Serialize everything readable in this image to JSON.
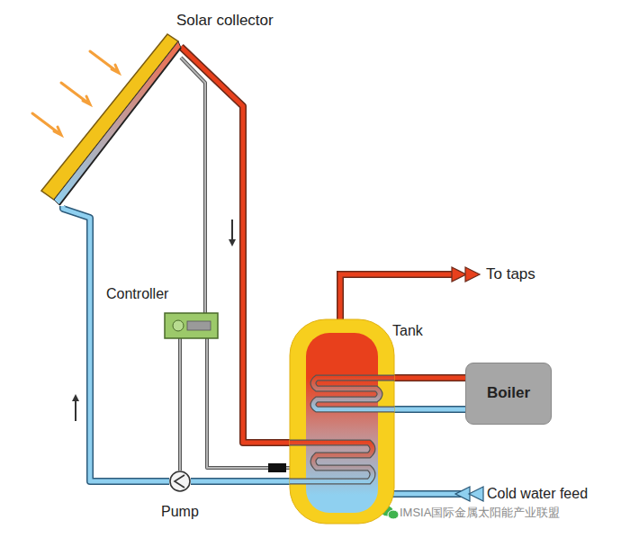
{
  "diagram": {
    "nodes": [
      {
        "text": [
          "Solar collector"
        ]
      },
      {
        "text": [
          "Controller"
        ]
      },
      {
        "text": [
          "Tank"
        ]
      },
      {
        "text": [
          "Boiler"
        ]
      },
      {
        "text": [
          "Pump"
        ]
      }
    ],
    "edges": [
      {
        "from": 0,
        "to": 2,
        "arrow": "none"
      },
      {
        "from": 4,
        "to": 0,
        "arrow": "none"
      },
      {
        "from": 2,
        "to": 4,
        "arrow": "none"
      },
      {
        "from": 3,
        "to": 2,
        "arrow": "none"
      },
      {
        "from": 3,
        "to": 2,
        "arrow": "none"
      },
      {
        "from": 1,
        "to": 0,
        "arrow": "none"
      },
      {
        "from": 1,
        "to": 4,
        "arrow": "none"
      },
      {
        "from": 1,
        "to": 2,
        "arrow": "none"
      }
    ],
    "labels": [
      "To taps",
      "Cold water feed",
      "IMSIA国际金属太阳能产业联盟"
    ]
  }
}
